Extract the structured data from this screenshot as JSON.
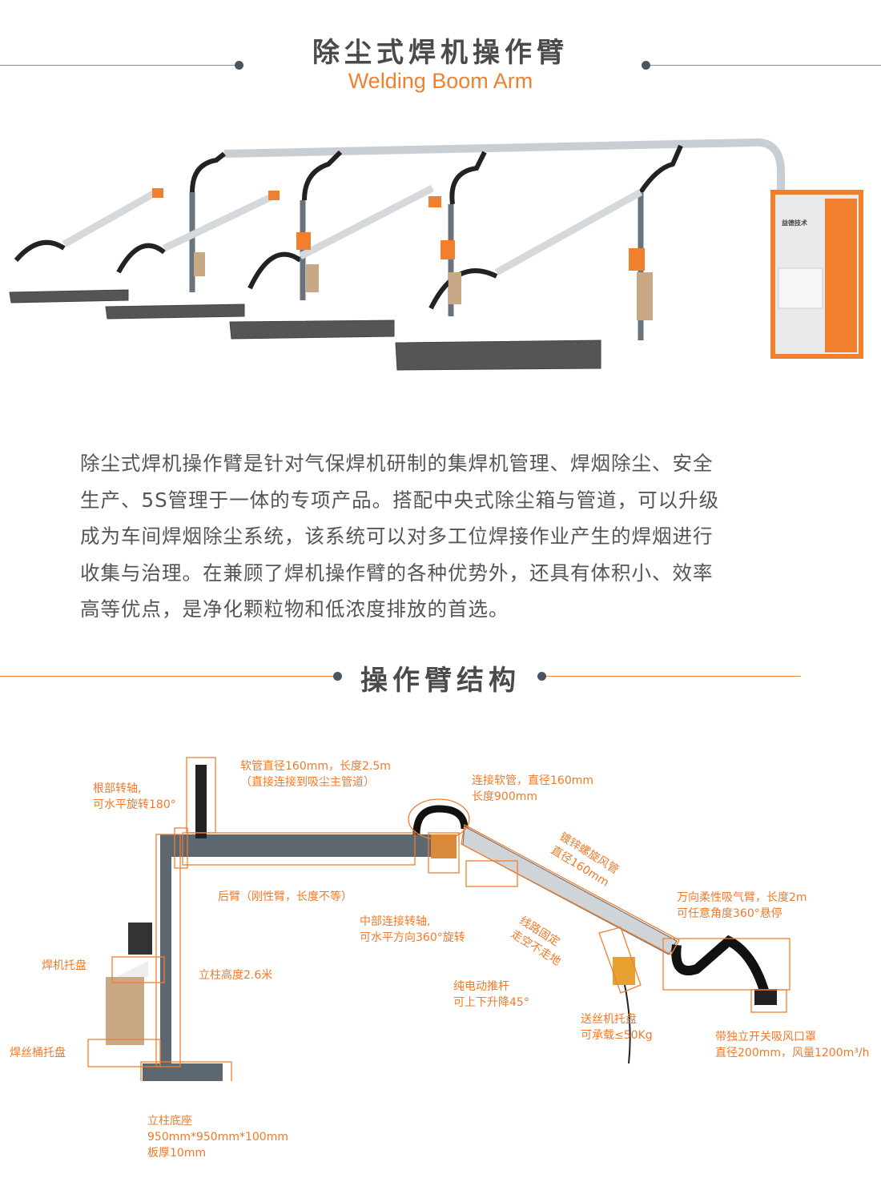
{
  "header": {
    "title": "除尘式焊机操作臂",
    "subtitle": "Welding Boom Arm"
  },
  "hero": {
    "brand_logo": "益德技术"
  },
  "description": [
    "除尘式焊机操作臂是针对气保焊机研制的集焊机管理、焊烟除尘、安全",
    "生产、5S管理于一体的专项产品。搭配中央式除尘箱与管道，可以升级",
    "成为车间焊烟除尘系统，该系统可以对多工位焊接作业产生的焊烟进行",
    "收集与治理。在兼顾了焊机操作臂的各种优势外，还具有体积小、效率",
    "高等优点，是净化颗粒物和低浓度排放的首选。"
  ],
  "section": {
    "title": "操作臂结构"
  },
  "labels": {
    "hose": [
      "软管直径160mm，长度2.5m",
      "（直接连接到吸尘主管道）"
    ],
    "root": [
      "根部转轴,",
      "可水平旋转180°"
    ],
    "connect": [
      "连接软管，直径160mm",
      "长度900mm"
    ],
    "spiral": [
      "镀锌螺旋风管",
      "直径160mm"
    ],
    "rear": [
      "后臂（刚性臂，长度不等）"
    ],
    "middle": [
      "中部连接转轴,",
      "可水平方向360°旋转"
    ],
    "flex": [
      "万向柔性吸气臂，长度2m",
      "可任意角度360°悬停"
    ],
    "wiring": [
      "线路固定",
      "走空不走地"
    ],
    "welder_tray": [
      "焊机托盘"
    ],
    "column": [
      "立柱高度2.6米"
    ],
    "actuator": [
      "纯电动推杆",
      "可上下升降45°"
    ],
    "feeder": [
      "送丝机托盘",
      "可承载≤50Kg"
    ],
    "hood": [
      "带独立开关吸风口罩",
      "直径200mm，风量1200m³/h"
    ],
    "drum": [
      "焊丝桶托盘"
    ],
    "base": [
      "立柱底座",
      "950mm*950mm*100mm",
      "板厚10mm"
    ]
  },
  "colors": {
    "accent": "#f07f2e",
    "text": "#555555",
    "steel": "#5c6770"
  }
}
